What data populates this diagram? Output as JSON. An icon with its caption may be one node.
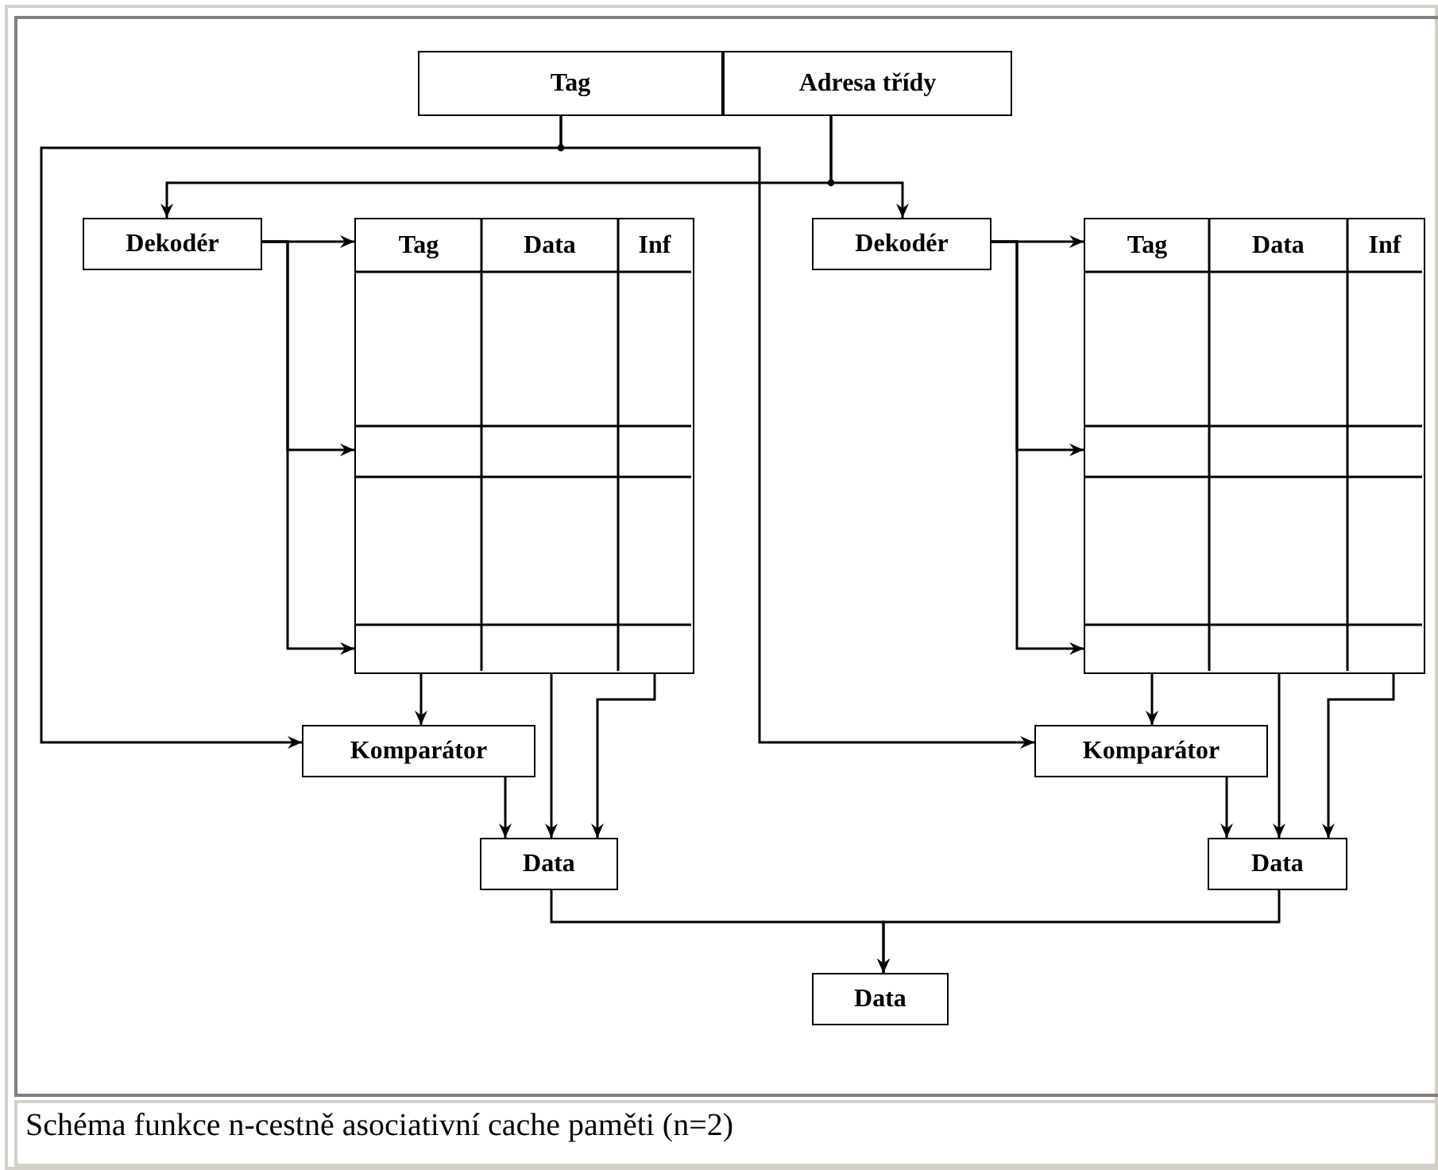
{
  "diagram": {
    "caption": "Schéma funkce n-cestně asociativní cache paměti (n=2)",
    "nodes": [
      {
        "text": [
          "Tag"
        ]
      },
      {
        "text": [
          "Adresa třídy"
        ]
      },
      {
        "text": [
          "Dekodér"
        ]
      },
      {
        "text": [
          "Tag",
          "Data",
          "Inf"
        ]
      },
      {
        "text": [
          "Dekodér"
        ]
      },
      {
        "text": [
          "Tag",
          "Data",
          "Inf"
        ]
      },
      {
        "text": [
          "Komparátor"
        ]
      },
      {
        "text": [
          "Komparátor"
        ]
      },
      {
        "text": [
          "Data"
        ]
      },
      {
        "text": [
          "Data"
        ]
      },
      {
        "text": [
          "Data"
        ]
      }
    ],
    "edges": [
      {
        "from": 0,
        "to": 6,
        "arrow": "to"
      },
      {
        "from": 0,
        "to": 7,
        "arrow": "to"
      },
      {
        "from": 1,
        "to": 2,
        "arrow": "to"
      },
      {
        "from": 1,
        "to": 4,
        "arrow": "to"
      },
      {
        "from": 2,
        "to": 3,
        "arrow": "to"
      },
      {
        "from": 2,
        "to": 3,
        "arrow": "to"
      },
      {
        "from": 2,
        "to": 3,
        "arrow": "to"
      },
      {
        "from": 4,
        "to": 5,
        "arrow": "to"
      },
      {
        "from": 4,
        "to": 5,
        "arrow": "to"
      },
      {
        "from": 4,
        "to": 5,
        "arrow": "to"
      },
      {
        "from": 3,
        "to": 6,
        "arrow": "to"
      },
      {
        "from": 3,
        "to": 8,
        "arrow": "to"
      },
      {
        "from": 3,
        "to": 8,
        "arrow": "to"
      },
      {
        "from": 6,
        "to": 8,
        "arrow": "to"
      },
      {
        "from": 5,
        "to": 7,
        "arrow": "to"
      },
      {
        "from": 5,
        "to": 9,
        "arrow": "to"
      },
      {
        "from": 5,
        "to": 9,
        "arrow": "to"
      },
      {
        "from": 7,
        "to": 9,
        "arrow": "to"
      },
      {
        "from": 8,
        "to": 10,
        "arrow": "to"
      },
      {
        "from": 9,
        "to": 10,
        "arrow": "to"
      }
    ]
  }
}
